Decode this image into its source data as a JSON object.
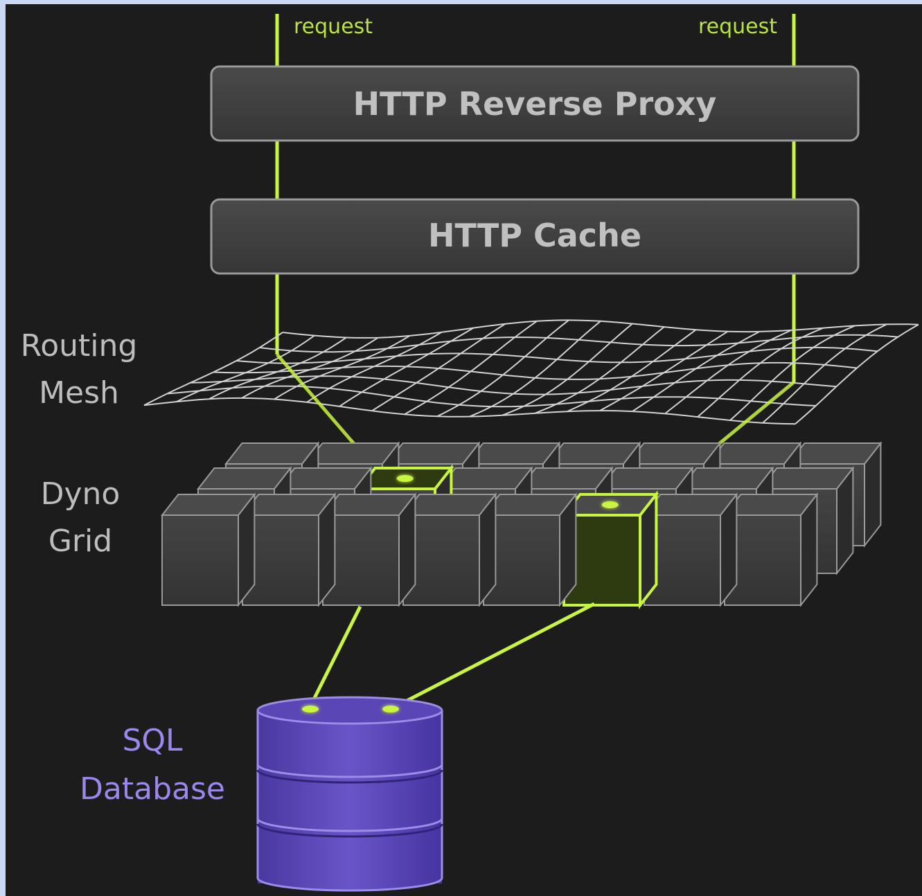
{
  "request_labels": {
    "left": "request",
    "right": "request"
  },
  "layers": {
    "proxy": {
      "label": "HTTP Reverse Proxy"
    },
    "cache": {
      "label": "HTTP Cache"
    },
    "routing_mesh": {
      "label_line1": "Routing",
      "label_line2": "Mesh"
    },
    "dyno_grid": {
      "label_line1": "Dyno",
      "label_line2": "Grid"
    },
    "database": {
      "label_line1": "SQL",
      "label_line2": "Database"
    }
  },
  "colors": {
    "background": "#1c1c1c",
    "border": "#c9d8f3",
    "request_line": "#c8f53f",
    "box_fill": "#3f3f3f",
    "box_stroke": "#9a9a9a",
    "label_text": "#c0c0c0",
    "mesh_line": "#d2d2d2",
    "dyno_fill": "#3a3a3a",
    "dyno_active_fill": "#2e3a10",
    "db_fill": "#5a46b0",
    "db_stroke": "#9d8ce8",
    "db_label": "#9b87ee",
    "request_label_text": "#b8e344"
  },
  "icons": [
    "request-path",
    "routing-mesh-grid",
    "dyno-cube",
    "database-cylinder"
  ]
}
